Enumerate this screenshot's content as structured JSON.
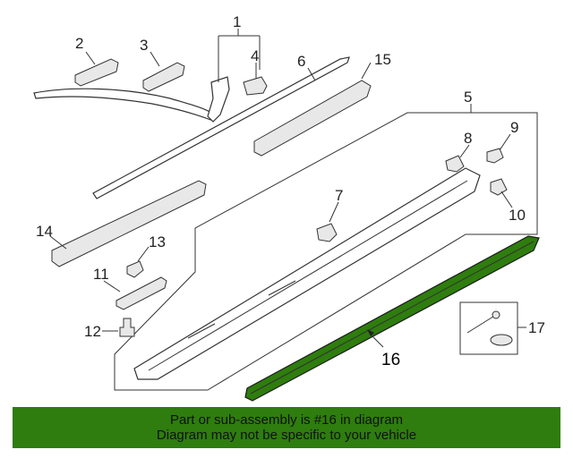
{
  "callouts": {
    "c1": "1",
    "c2": "2",
    "c3": "3",
    "c4": "4",
    "c5": "5",
    "c6": "6",
    "c7": "7",
    "c8": "8",
    "c9": "9",
    "c10": "10",
    "c11": "11",
    "c12": "12",
    "c13": "13",
    "c14": "14",
    "c15": "15",
    "c16": "16",
    "c17": "17"
  },
  "highlight": {
    "part_number": "16",
    "color": "#2e7d0e"
  },
  "footer": {
    "line1": "Part or sub-assembly is #16 in diagram",
    "line2": "Diagram may not be specific to your vehicle"
  }
}
